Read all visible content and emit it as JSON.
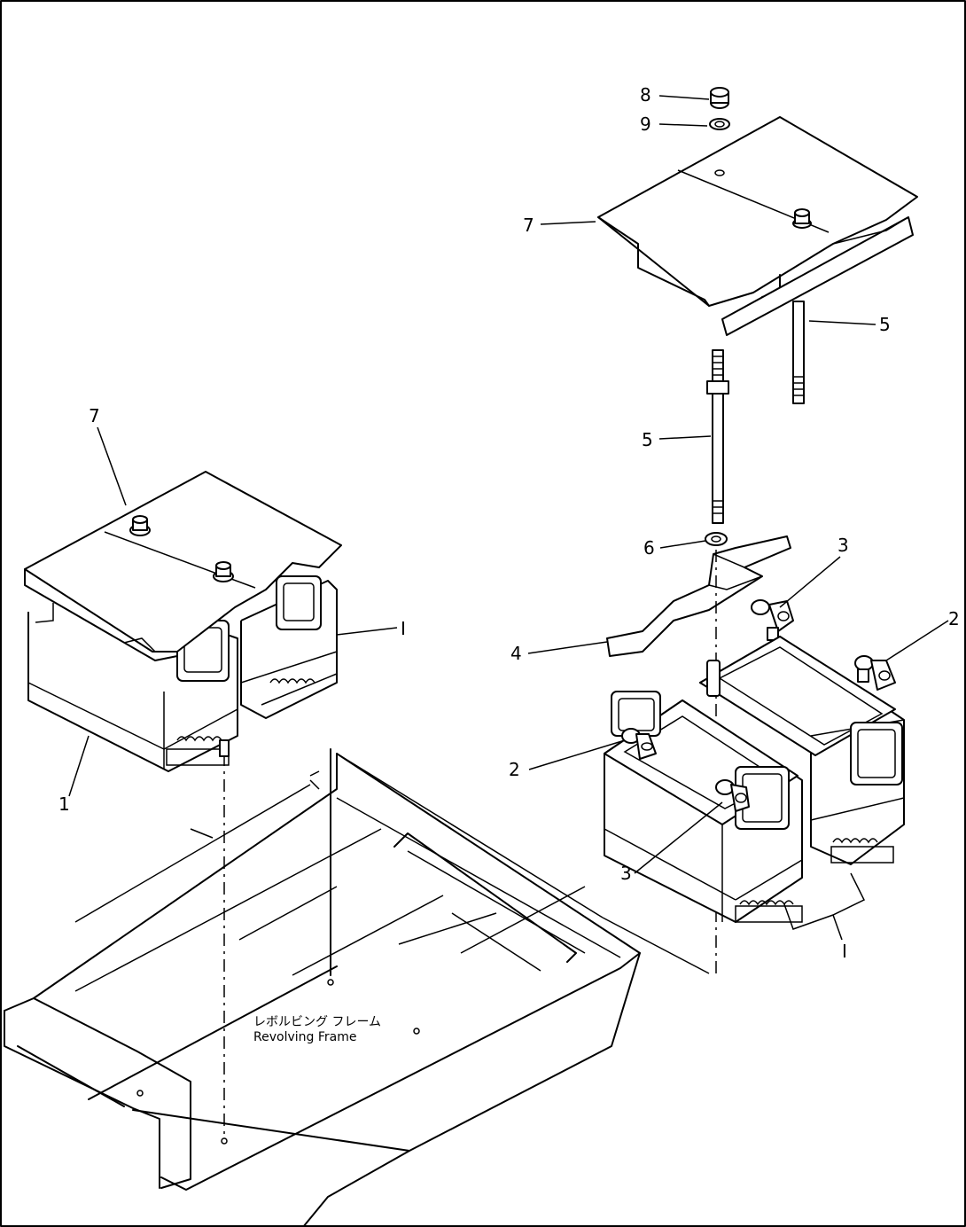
{
  "callouts": {
    "c1": "1",
    "c2a": "2",
    "c2b": "2",
    "c3a": "3",
    "c3b": "3",
    "c4": "4",
    "c5a": "5",
    "c5b": "5",
    "c6": "6",
    "c7a": "7",
    "c7b": "7",
    "c8": "8",
    "c9": "9",
    "cIa": "I",
    "cIb": "I"
  },
  "frame_label": {
    "japanese": "レボルビング フレーム",
    "english": "Revolving Frame"
  }
}
